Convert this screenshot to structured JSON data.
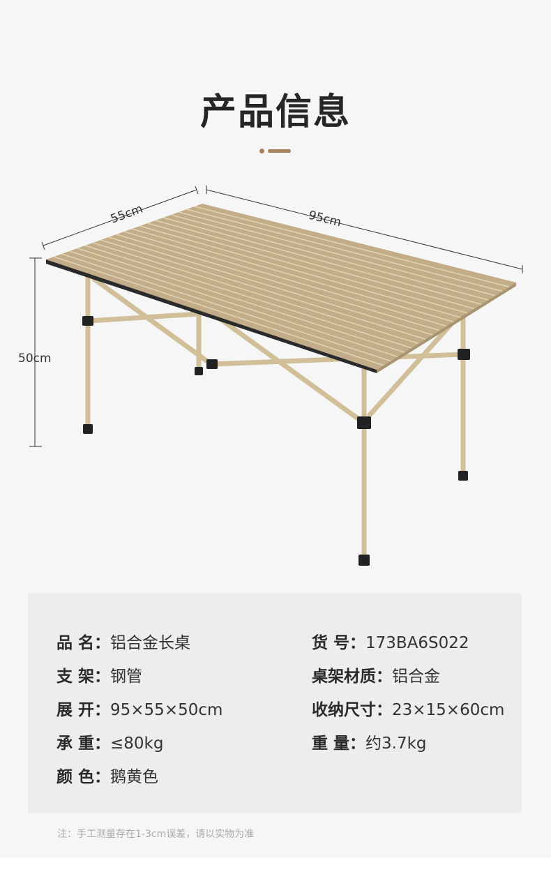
{
  "title": "产品信息",
  "dimensions": {
    "width": "55cm",
    "length": "95cm",
    "height": "50cm"
  },
  "specs_left": [
    {
      "label": "品 名：",
      "value": "铝合金长桌"
    },
    {
      "label": "支 架：",
      "value": "钢管"
    },
    {
      "label": "展 开：",
      "value": "95×55×50cm"
    },
    {
      "label": "承 重：",
      "value": "≤80kg"
    },
    {
      "label": "颜 色：",
      "value": "鹅黄色"
    }
  ],
  "specs_right": [
    {
      "label": "货 号：",
      "value": "173BA6S022"
    },
    {
      "label": "桌架材质：",
      "value": "铝合金"
    },
    {
      "label": "收纳尺寸：",
      "value": "23×15×60cm"
    },
    {
      "label": "重 量：",
      "value": "约3.7kg"
    }
  ],
  "note": "注：手工测量存在1-3cm误差，请以实物为准",
  "colors": {
    "accent": "#a8825c",
    "tabletop": "#c2ad88",
    "frame": "#d0bf98"
  }
}
